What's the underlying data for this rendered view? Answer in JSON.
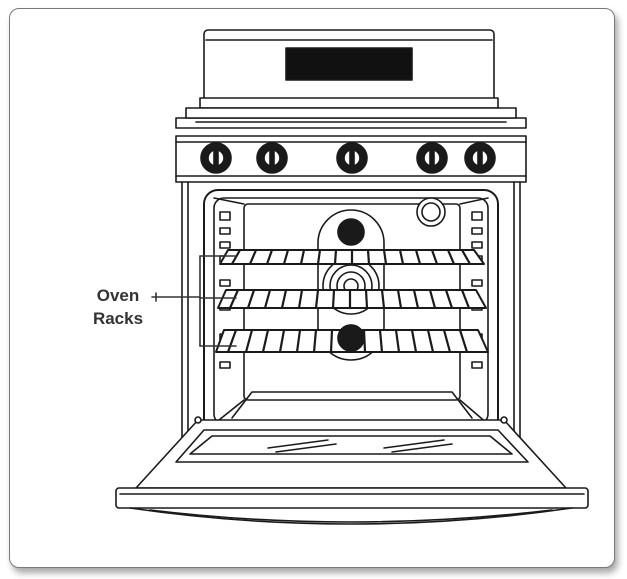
{
  "callout": {
    "line1": "Oven",
    "line2": "Racks"
  },
  "colors": {
    "outline": "#1a1a1a",
    "display": "#111111",
    "frame_border": "#7a7a7a",
    "label": "#333333"
  },
  "parts": {
    "knob_count": 5,
    "rack_count": 3,
    "icon_names": [
      "control-knob-icon",
      "oven-light-icon",
      "broil-element-icon",
      "oven-rack-icon"
    ]
  }
}
